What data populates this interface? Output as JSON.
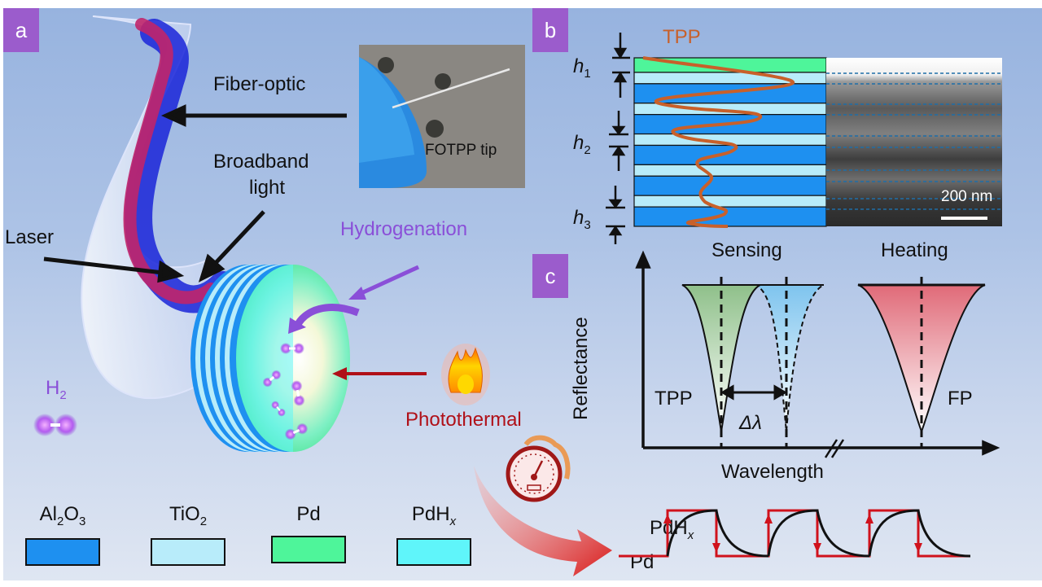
{
  "panels": {
    "a": {
      "badge": "a"
    },
    "b": {
      "badge": "b"
    },
    "c": {
      "badge": "c"
    }
  },
  "panel_a": {
    "labels": {
      "fiber_optic": "Fiber-optic",
      "broadband": "Broadband",
      "light": "light",
      "laser": "Laser",
      "hydrogenation": "Hydrogenation",
      "photothermal": "Photothermal",
      "h2_base": "H",
      "h2_sub": "2",
      "photo_tip": "FOTPP tip"
    },
    "colors": {
      "hydrogenation": "#8a4fd8",
      "photothermal": "#c0121c",
      "laser_core": "#c0256a",
      "broadband_core": "#1a24d8"
    },
    "legend": [
      {
        "base": "Al",
        "sub1": "2",
        "mid": "O",
        "sub2": "3",
        "color": "#1e90f0",
        "name": "Al2O3"
      },
      {
        "base": "TiO",
        "sub1": "2",
        "mid": "",
        "sub2": "",
        "color": "#b8ecfa",
        "name": "TiO2"
      },
      {
        "base": "Pd",
        "sub1": "",
        "mid": "",
        "sub2": "",
        "color": "#4ef59a",
        "name": "Pd"
      },
      {
        "base": "PdH",
        "sub1": "x",
        "mid": "",
        "sub2": "",
        "color": "#5ff5fa",
        "name": "PdHx"
      }
    ]
  },
  "panel_b": {
    "tpp_label": "TPP",
    "h_labels": [
      {
        "base": "h",
        "sub": "1"
      },
      {
        "base": "h",
        "sub": "2"
      },
      {
        "base": "h",
        "sub": "3"
      }
    ],
    "scale_bar": "200 nm",
    "layer_order": [
      "Pd",
      "TiO2",
      "Al2O3",
      "TiO2",
      "Al2O3",
      "TiO2",
      "Al2O3",
      "TiO2",
      "Al2O3",
      "TiO2",
      "Al2O3"
    ],
    "colors": {
      "tpp_curve": "#c8602a",
      "pd": "#4ef59a",
      "tio2": "#b8ecfa",
      "al2o3": "#1e90f0"
    }
  },
  "panel_c": {
    "sensing": "Sensing",
    "heating": "Heating",
    "y_axis": "Reflectance",
    "x_axis": "Wavelength",
    "tpp": "TPP",
    "fp": "FP",
    "delta": "Δλ",
    "pdhx_base": "PdH",
    "pdhx_sub": "x",
    "pd": "Pd",
    "switching_cycles": 3,
    "colors": {
      "sensing_green": "#8fc08a",
      "sensing_blue": "#7ec4ee",
      "heating_red": "#e06a78",
      "switch_red": "#d0121c"
    }
  }
}
